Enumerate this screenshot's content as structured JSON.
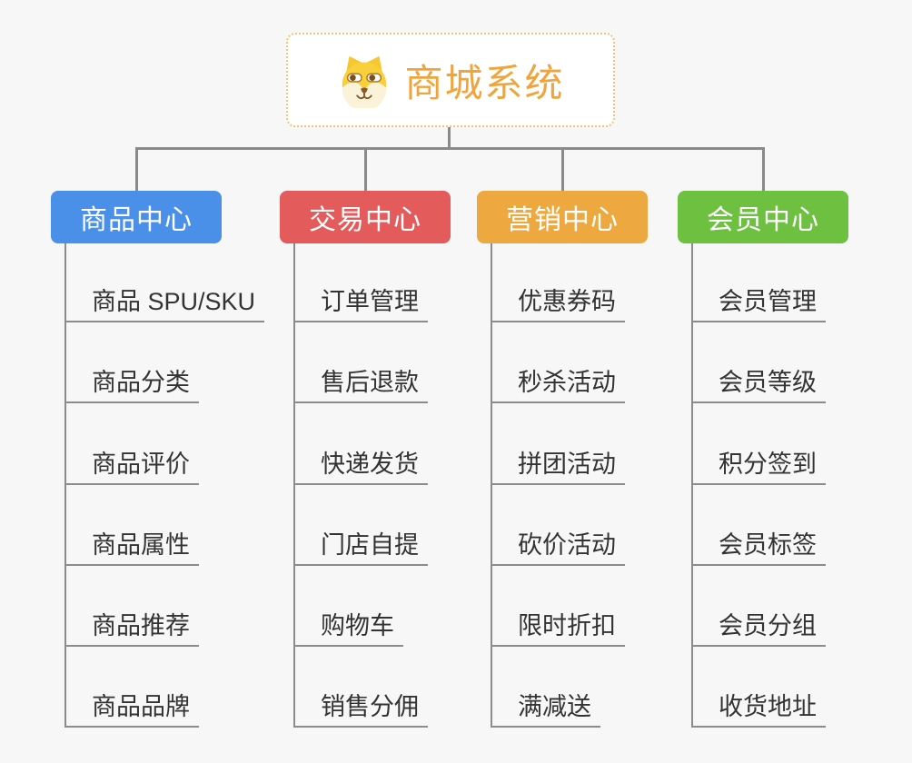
{
  "root": {
    "title": "商城系统",
    "icon": "dog-face-icon"
  },
  "branches": [
    {
      "id": "product-center",
      "label": "商品中心",
      "color": "#4a8fe8",
      "children": [
        "商品 SPU/SKU",
        "商品分类",
        "商品评价",
        "商品属性",
        "商品推荐",
        "商品品牌"
      ]
    },
    {
      "id": "trade-center",
      "label": "交易中心",
      "color": "#e45b5b",
      "children": [
        "订单管理",
        "售后退款",
        "快递发货",
        "门店自提",
        "购物车",
        "销售分佣"
      ]
    },
    {
      "id": "marketing-center",
      "label": "营销中心",
      "color": "#eda83f",
      "children": [
        "优惠券码",
        "秒杀活动",
        "拼团活动",
        "砍价活动",
        "限时折扣",
        "满减送"
      ]
    },
    {
      "id": "member-center",
      "label": "会员中心",
      "color": "#6ec040",
      "children": [
        "会员管理",
        "会员等级",
        "积分签到",
        "会员标签",
        "会员分组",
        "收货地址"
      ]
    }
  ],
  "colors": {
    "background": "#f7f7f7",
    "title": "#efa53c",
    "root_border": "#f4c36d",
    "connector": "#8a8a8a",
    "item_line": "#8c8c8c",
    "item_text": "#333333"
  }
}
